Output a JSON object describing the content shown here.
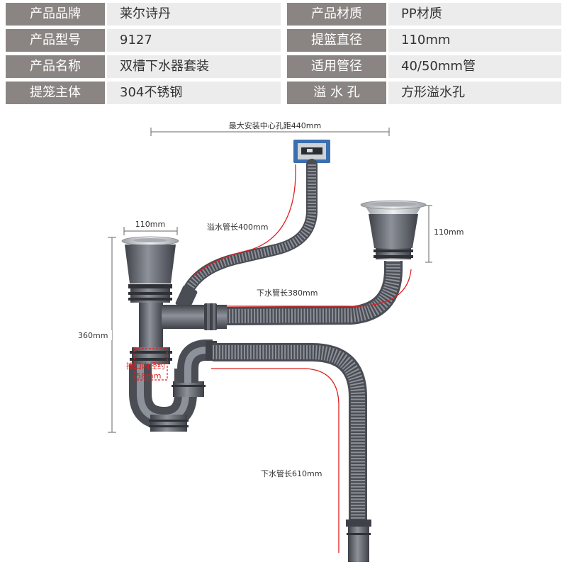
{
  "specs": {
    "rows": [
      {
        "label1": "产品品牌",
        "value1": "莱尔诗丹",
        "label2": "产品材质",
        "value2": "PP材质"
      },
      {
        "label1": "产品型号",
        "value1": "9127",
        "label2": "提篮直径",
        "value2": "110mm"
      },
      {
        "label1": "产品名称",
        "value1": "双槽下水器套装",
        "label2": "适用管径",
        "value2": "40/50mm管"
      },
      {
        "label1": "提笼主体",
        "value1": "304不锈钢",
        "label2": "溢 水 孔",
        "value2": "方形溢水孔"
      }
    ]
  },
  "diagram": {
    "labels": {
      "max_center_distance": "最大安装中心孔距440mm",
      "overflow_pipe_length": "溢水管长400mm",
      "left_basket_diameter": "110mm",
      "right_basket_diameter": "110mm",
      "drain_pipe_380": "下水管长380mm",
      "overall_height": "360mm",
      "joint_inner_diameter_line1": "接口内径约",
      "joint_inner_diameter_line2": "58mm",
      "drain_pipe_610": "下水管长610mm"
    },
    "colors": {
      "pipe": "#5a5e66",
      "pipe_dark": "#3e4148",
      "pipe_light": "#8d9199",
      "steel": "#c9ccd1",
      "dimension_line": "#666666",
      "red_guide": "#e02020",
      "overflow_plate": "#3a6fb0"
    }
  }
}
